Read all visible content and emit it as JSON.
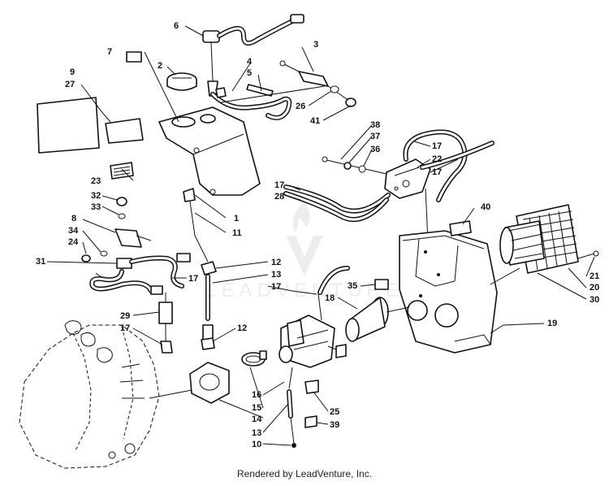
{
  "watermark": {
    "text": "LEADVENTURE"
  },
  "footer": {
    "text": "Rendered by LeadVenture, Inc."
  },
  "callouts": [
    {
      "id": "c6",
      "text": "6"
    },
    {
      "id": "c7",
      "text": "7"
    },
    {
      "id": "c2",
      "text": "2"
    },
    {
      "id": "c4",
      "text": "4"
    },
    {
      "id": "c5",
      "text": "5"
    },
    {
      "id": "c3",
      "text": "3"
    },
    {
      "id": "c9",
      "text": "9"
    },
    {
      "id": "c27",
      "text": "27"
    },
    {
      "id": "c26",
      "text": "26"
    },
    {
      "id": "c41",
      "text": "41"
    },
    {
      "id": "c38",
      "text": "38"
    },
    {
      "id": "c37",
      "text": "37"
    },
    {
      "id": "c36",
      "text": "36"
    },
    {
      "id": "c17a",
      "text": "17"
    },
    {
      "id": "c22",
      "text": "22"
    },
    {
      "id": "c17b",
      "text": "17"
    },
    {
      "id": "c23",
      "text": "23"
    },
    {
      "id": "c32",
      "text": "32"
    },
    {
      "id": "c33",
      "text": "33"
    },
    {
      "id": "c8",
      "text": "8"
    },
    {
      "id": "c34",
      "text": "34"
    },
    {
      "id": "c24",
      "text": "24"
    },
    {
      "id": "c17c",
      "text": "17"
    },
    {
      "id": "c28",
      "text": "28"
    },
    {
      "id": "c1",
      "text": "1"
    },
    {
      "id": "c11",
      "text": "11"
    },
    {
      "id": "c40",
      "text": "40"
    },
    {
      "id": "c31",
      "text": "31"
    },
    {
      "id": "c12a",
      "text": "12"
    },
    {
      "id": "c13a",
      "text": "13"
    },
    {
      "id": "c17d",
      "text": "17"
    },
    {
      "id": "c17e",
      "text": "17"
    },
    {
      "id": "c35",
      "text": "35"
    },
    {
      "id": "c18",
      "text": "18"
    },
    {
      "id": "c21",
      "text": "21"
    },
    {
      "id": "c20",
      "text": "20"
    },
    {
      "id": "c30",
      "text": "30"
    },
    {
      "id": "c29",
      "text": "29"
    },
    {
      "id": "c17f",
      "text": "17"
    },
    {
      "id": "c12b",
      "text": "12"
    },
    {
      "id": "c19",
      "text": "19"
    },
    {
      "id": "c16",
      "text": "16"
    },
    {
      "id": "c15",
      "text": "15"
    },
    {
      "id": "c14",
      "text": "14"
    },
    {
      "id": "c13b",
      "text": "13"
    },
    {
      "id": "c10",
      "text": "10"
    },
    {
      "id": "c25",
      "text": "25"
    },
    {
      "id": "c39",
      "text": "39"
    }
  ]
}
